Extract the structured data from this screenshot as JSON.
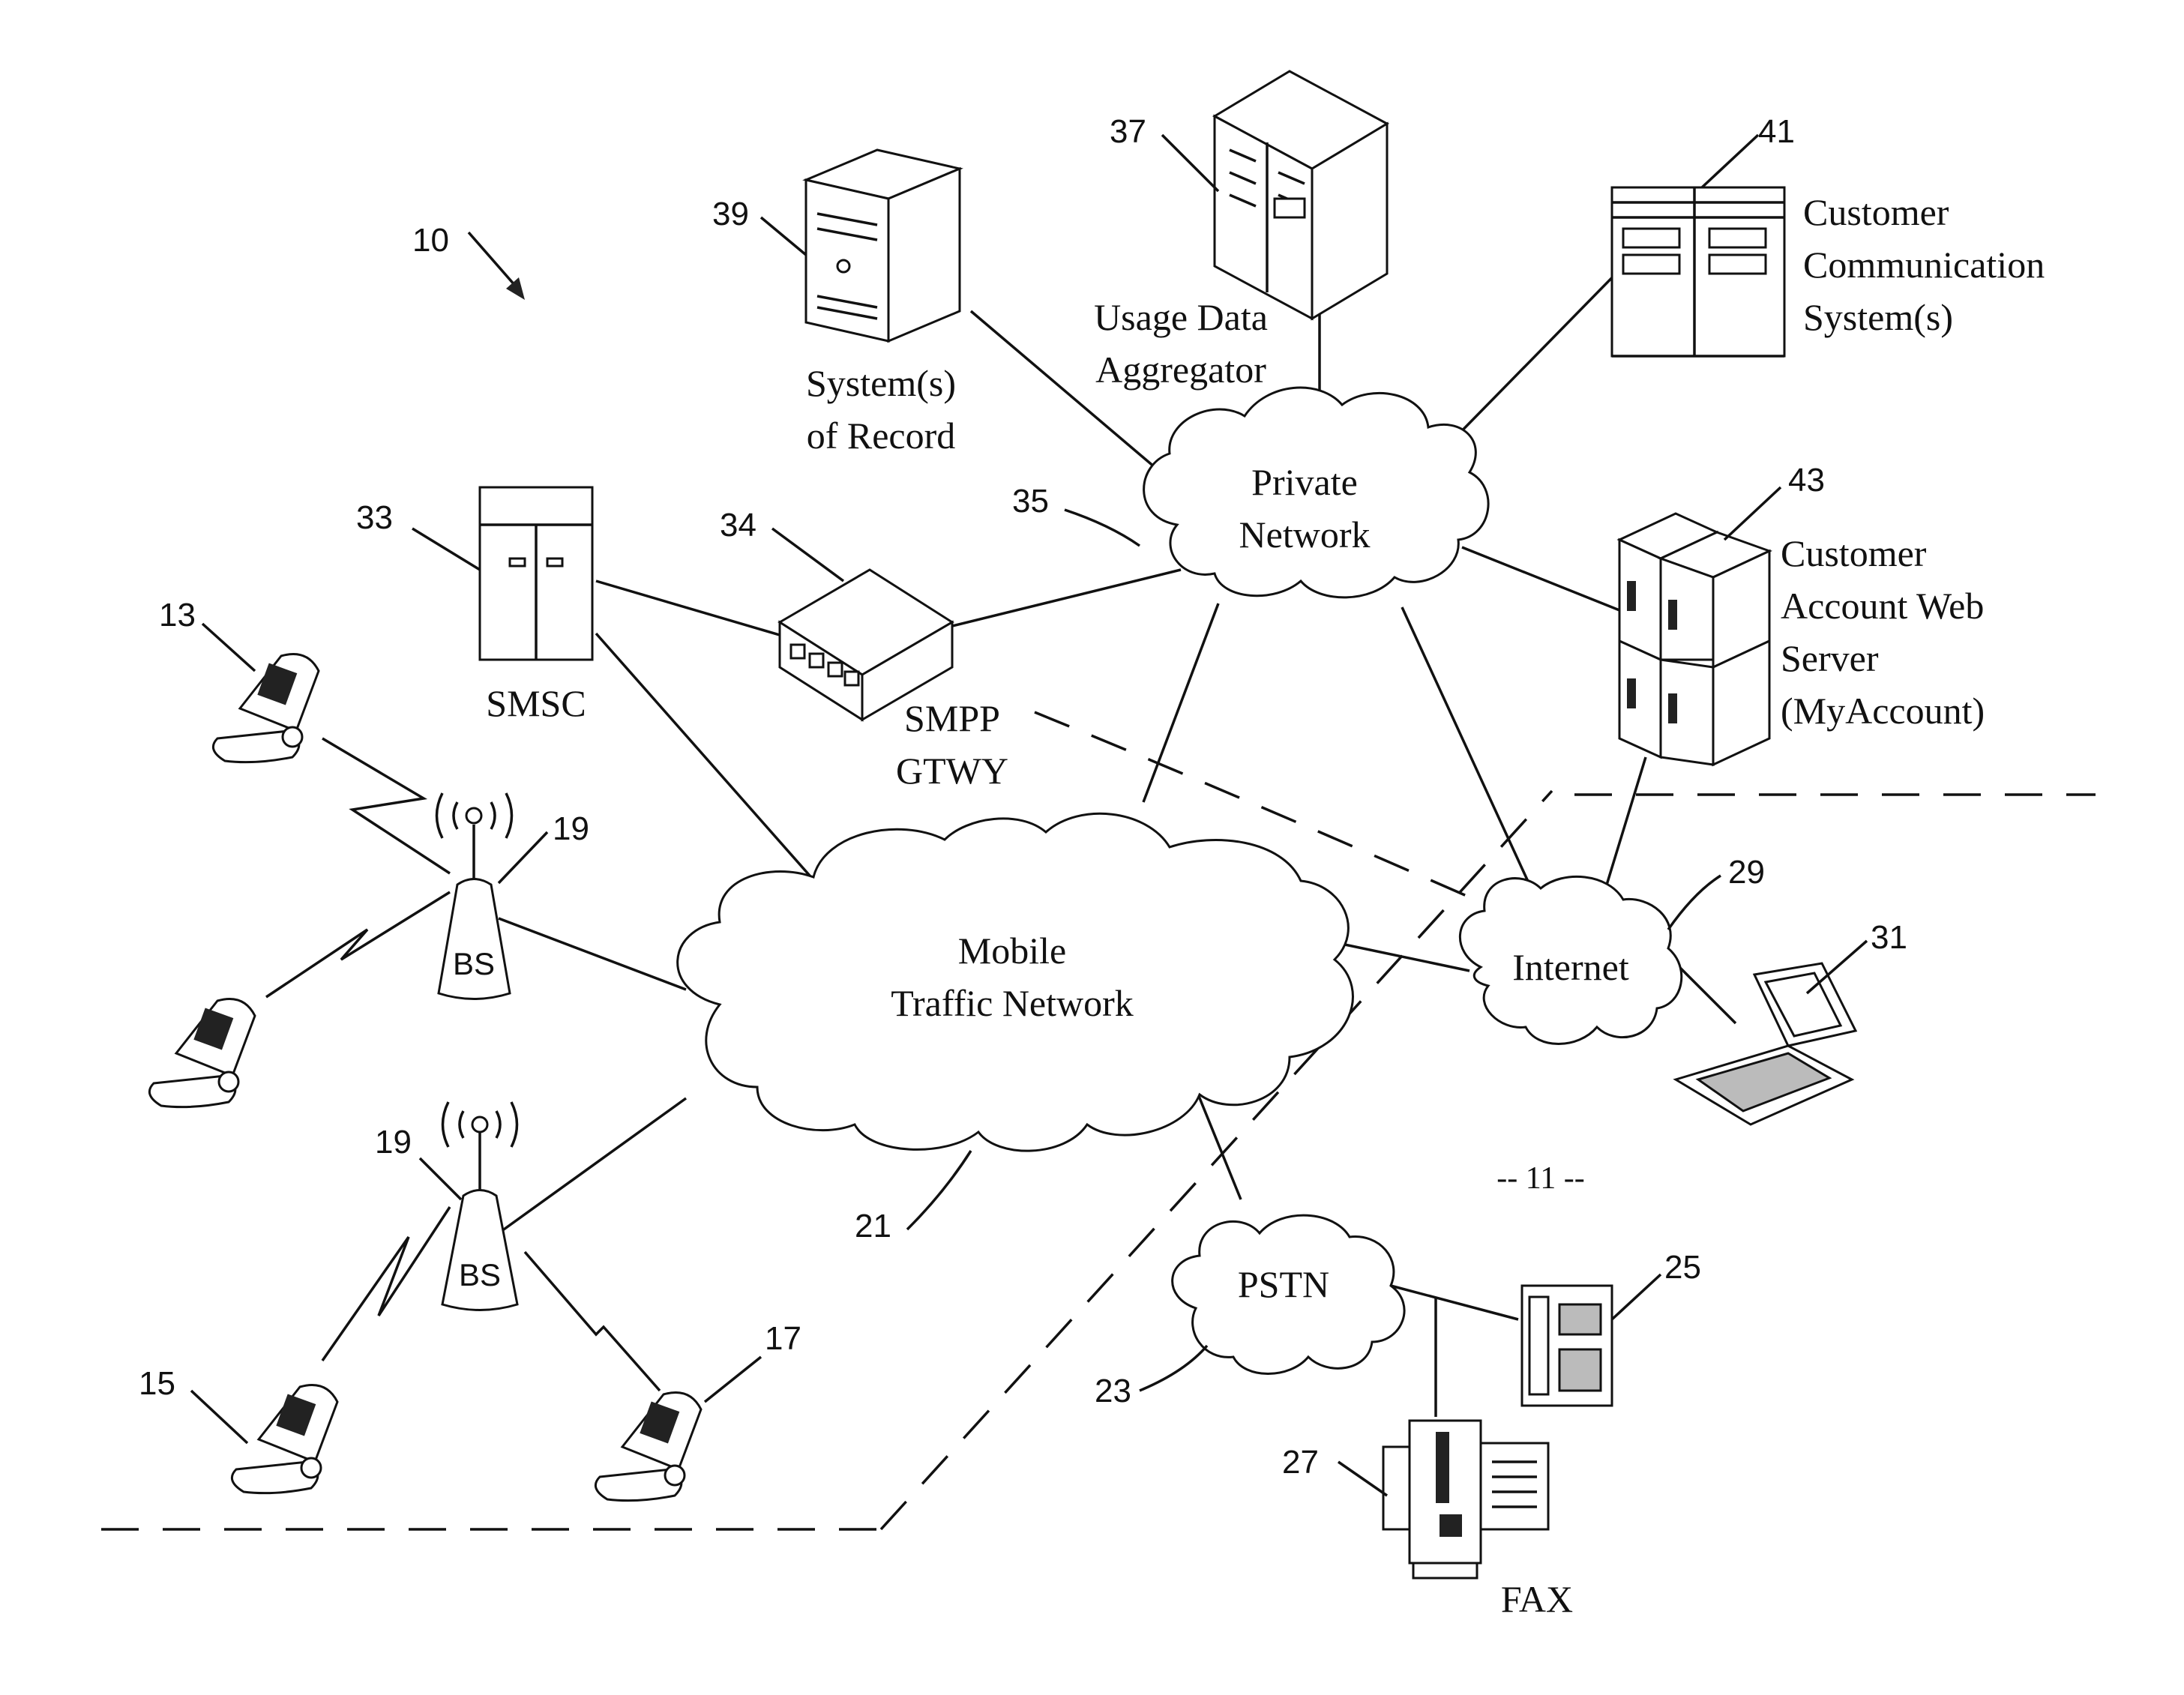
{
  "figure_ref": "10",
  "area_ref": "-- 11 --",
  "networks": {
    "private": {
      "line1": "Private",
      "line2": "Network",
      "ref": "35"
    },
    "mobile": {
      "line1": "Mobile",
      "line2": "Traffic Network",
      "ref": "21"
    },
    "internet": {
      "label": "Internet",
      "ref": "29"
    },
    "pstn": {
      "label": "PSTN",
      "ref": "23"
    }
  },
  "devices": {
    "smsc": {
      "label": "SMSC",
      "ref": "33"
    },
    "smpp": {
      "line1": "SMPP",
      "line2": "GTWY",
      "ref": "34"
    },
    "sor": {
      "line1": "System(s)",
      "line2": "of Record",
      "ref": "39"
    },
    "uda": {
      "line1": "Usage Data",
      "line2": "Aggregator",
      "ref": "37"
    },
    "ccs": {
      "line1": "Customer",
      "line2": "Communication",
      "line3": "System(s)",
      "ref": "41"
    },
    "caws": {
      "line1": "Customer",
      "line2": "Account Web",
      "line3": "Server",
      "line4": "(MyAccount)",
      "ref": "43"
    },
    "bs_top": {
      "label": "BS",
      "ref": "19"
    },
    "bs_bottom": {
      "label": "BS",
      "ref": "19"
    },
    "phone_13": {
      "ref": "13"
    },
    "phone_15": {
      "ref": "15"
    },
    "phone_17": {
      "ref": "17"
    },
    "laptop": {
      "ref": "31"
    },
    "phone_25": {
      "ref": "25"
    },
    "fax": {
      "label": "FAX",
      "ref": "27"
    }
  }
}
